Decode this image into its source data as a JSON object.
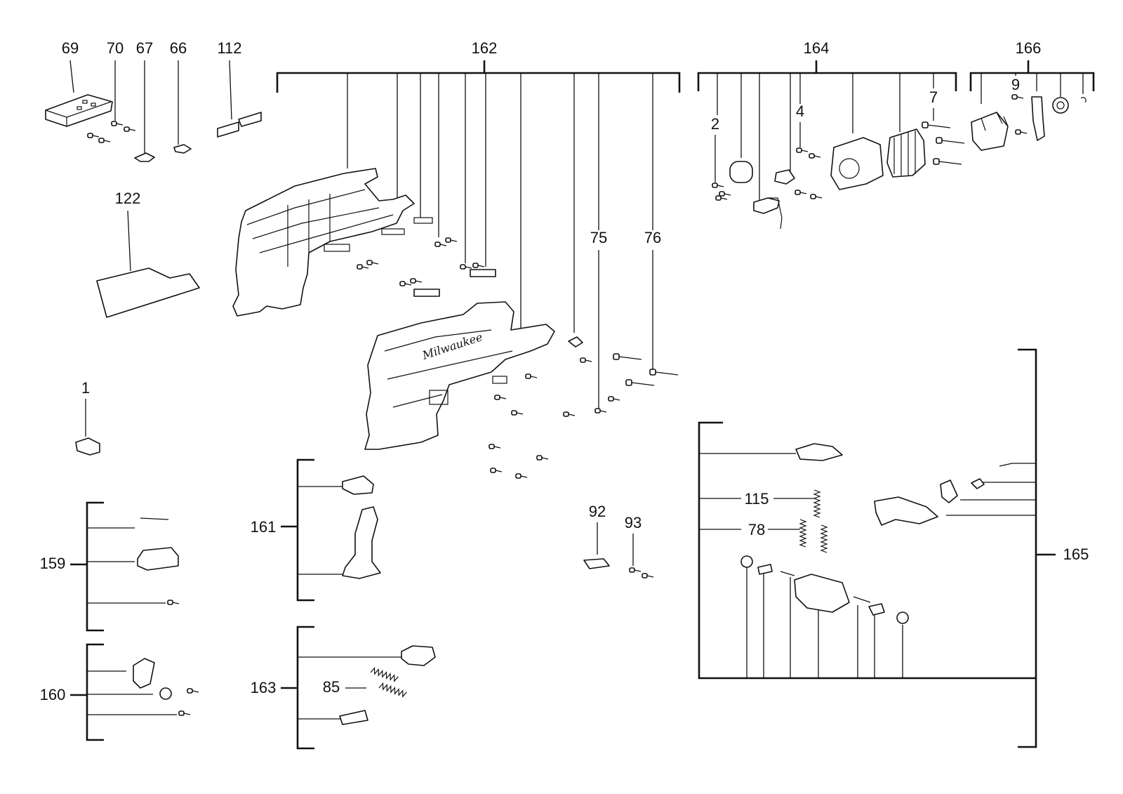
{
  "labels": {
    "l69": "69",
    "l70": "70",
    "l67": "67",
    "l66": "66",
    "l112": "112",
    "l162": "162",
    "l164": "164",
    "l166": "166",
    "l122": "122",
    "l2": "2",
    "l4": "4",
    "l7": "7",
    "l9": "9",
    "l75": "75",
    "l76": "76",
    "l1": "1",
    "l159": "159",
    "l160": "160",
    "l161": "161",
    "l163": "163",
    "l85": "85",
    "l92": "92",
    "l93": "93",
    "l115": "115",
    "l78": "78",
    "l165": "165"
  },
  "housing_logo": "Milwaukee",
  "colors": {
    "line": "#111111",
    "background": "#ffffff"
  },
  "icons": [
    "screw-icon",
    "spring-icon",
    "pin-icon",
    "housing-icon",
    "motor-icon"
  ]
}
